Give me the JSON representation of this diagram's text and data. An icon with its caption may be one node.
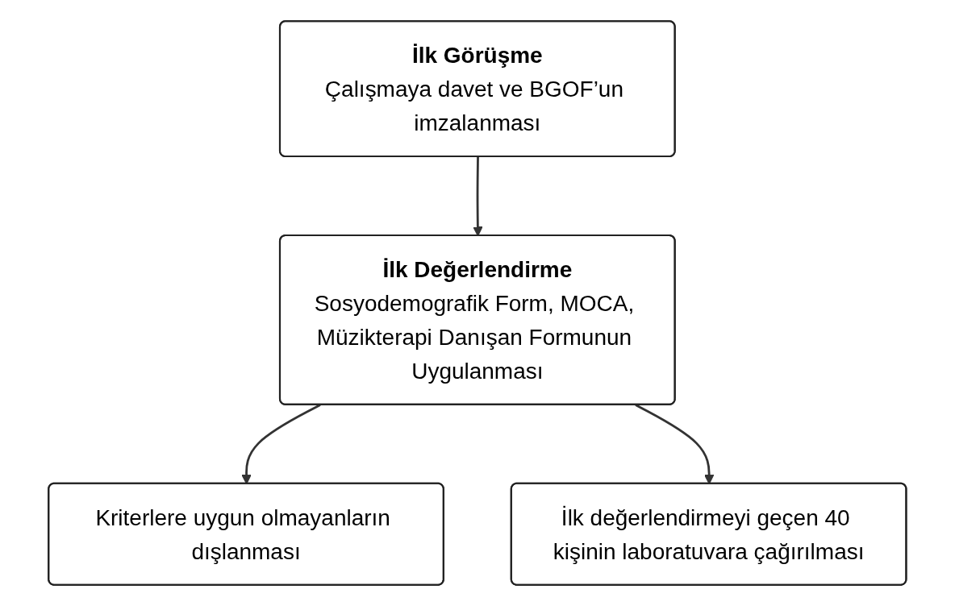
{
  "diagram": {
    "nodes": [
      {
        "text": [
          "İlk Görüşme",
          "Çalışmaya davet ve BGOF’un imzalanması"
        ]
      },
      {
        "text": [
          "İlk Değerlendirme",
          "Sosyodemografik Form, MOCA, Müzikterapi Danışan Formunun Uygulanması"
        ]
      },
      {
        "text": [
          "Kriterlere uygun olmayanların dışlanması"
        ]
      },
      {
        "text": [
          "İlk değerlendirmeyi geçen 40 kişinin laboratuvara çağırılması"
        ]
      }
    ],
    "edges": [
      {
        "from": 0,
        "to": 1,
        "arrow": "to"
      },
      {
        "from": 1,
        "to": 2,
        "arrow": "to"
      },
      {
        "from": 1,
        "to": 3,
        "arrow": "to"
      }
    ]
  }
}
